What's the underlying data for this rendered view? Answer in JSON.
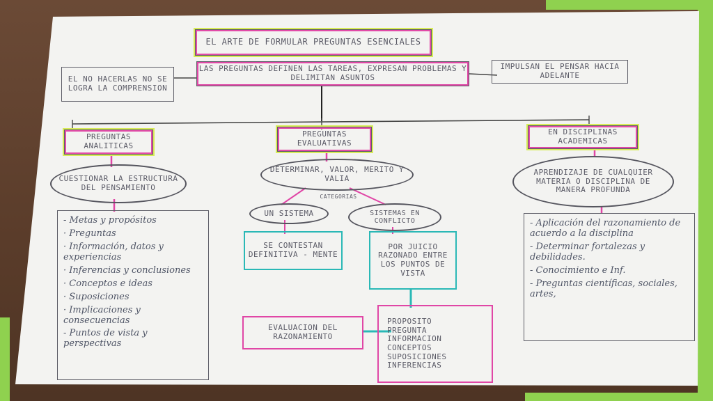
{
  "title": "EL ARTE DE FORMULAR PREGUNTAS ESENCIALES",
  "central": "LAS PREGUNTAS DEFINEN LAS TAREAS, EXPRESAN PROBLEMAS Y DELIMITAN ASUNTOS",
  "left_note": "EL NO HACERLAS NO SE LOGRA LA COMPRENSION",
  "right_note": "IMPULSAN EL PENSAR HACIA ADELANTE",
  "branches": {
    "analiticas": {
      "label": "PREGUNTAS ANALITICAS",
      "pill": "CUESTIONAR LA ESTRUCTURA DEL PENSAMIENTO",
      "items": [
        "- Metas y propósitos",
        "· Preguntas",
        "· Información, datos y experiencias",
        "· Inferencias y conclusiones",
        "· Conceptos e ideas",
        "· Suposiciones",
        "· Implicaciones y consecuencias",
        "- Puntos de vista y perspectivas"
      ]
    },
    "evaluativas": {
      "label": "PREGUNTAS EVALUATIVAS",
      "pill": "DETERMINAR, VALOR, MERITO Y VALIA",
      "categorias": "CATEGORIAS",
      "un_sistema": "UN SISTEMA",
      "un_sistema_box": "SE CONTESTAN DEFINITIVA - MENTE",
      "conflicto": "SISTEMAS EN CONFLICTO",
      "conflicto_box": "POR JUICIO RAZONADO ENTRE LOS PUNTOS DE VISTA",
      "evaluacion": "EVALUACION DEL RAZONAMIENTO",
      "elementos": [
        "PROPOSITO",
        "PREGUNTA",
        "INFORMACION",
        "CONCEPTOS",
        "SUPOSICIONES",
        "INFERENCIAS"
      ]
    },
    "disciplinas": {
      "label": "EN DISCIPLINAS ACADEMICAS",
      "pill": "APRENDIZAJE DE CUALQUIER MATERIA O DISCIPLINA DE MANERA PROFUNDA",
      "items": [
        "- Aplicación del razonamiento de acuerdo a la disciplina",
        "- Determinar fortalezas y debilidades.",
        "- Conocimiento e Inf.",
        "- Preguntas científicas, sociales, artes,"
      ]
    }
  }
}
